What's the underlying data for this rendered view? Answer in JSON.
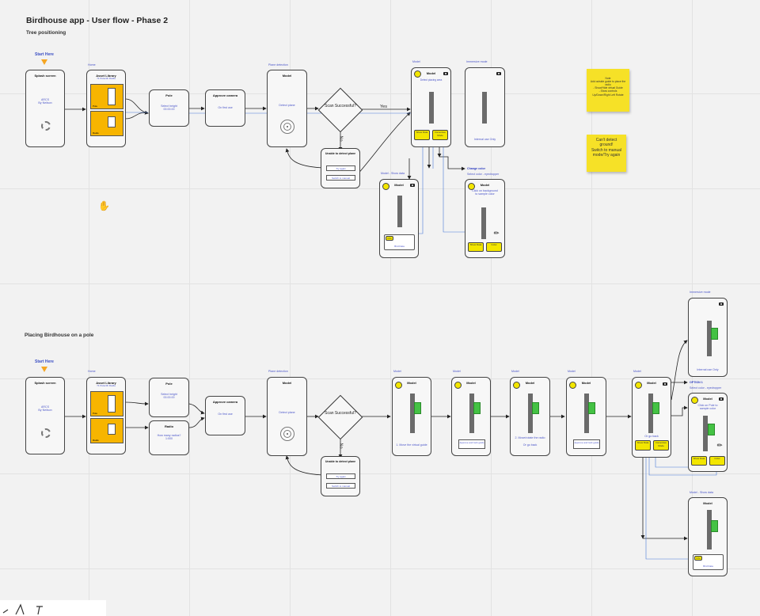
{
  "title": "Birdhouse app - User flow - Phase 2",
  "sections": {
    "tree": "Tree positioning",
    "pole": "Placing Birdhouse on a pole"
  },
  "start": "Start Here",
  "labels": {
    "home": "Home",
    "plane_detection": "Plane detection",
    "model": "Model",
    "immersive": "Immersive mode",
    "model_show_data": "Model - Show data",
    "select_color": "Select color - eyedropper",
    "change_color": "Change color",
    "option1": "OPTION 1"
  },
  "screens": {
    "splash": {
      "title": "Splash screen",
      "text": "ARCS\nBy Neilson"
    },
    "library": {
      "title": "Asset Library",
      "sub": "(Bird Name Here)",
      "text1": "Pole",
      "text2": "Radio",
      "subtitle": "71 Pelecith Radia",
      "subtitle2": "Bird name here"
    },
    "pole": {
      "title": "Pole",
      "text": "Select height\n00.00.00"
    },
    "radio": {
      "title": "Radio",
      "text": "How many radius?\n1:000"
    },
    "camera": {
      "title": "Approve camera",
      "text": "On first use"
    },
    "model_plane": {
      "title": "Model",
      "text": "Detect plane"
    },
    "unable": {
      "title": "Unable to detect plane",
      "try": "Try again",
      "manual": "Switch to manual"
    },
    "model1": {
      "title": "Model",
      "text": "Detect placing area",
      "btn1": "Show Data",
      "btn2": "Immersive Mode"
    },
    "immersive1": {
      "title": "",
      "text": "Internal use Only"
    },
    "model_data": {
      "title": "Model",
      "text": "Bird Data",
      "tag": "Info"
    },
    "model_color": {
      "title": "Model",
      "text": "Click on background to sample color",
      "btn1": "Show Data",
      "btn2": "Color"
    },
    "model_b1": {
      "title": "Model",
      "text": "1. Move the virtual guide"
    },
    "model_b2": {
      "title": "Model",
      "text": "Approve and lock guide"
    },
    "model_b3": {
      "title": "Model",
      "text": "2. Move/rotate the radio\n\nOr go back"
    },
    "model_b4": {
      "title": "Model",
      "text": "Approve and lock guide"
    },
    "model_b5": {
      "title": "Model",
      "text": "Or go back",
      "btn1": "Show Data",
      "btn2": "Immersive Mode"
    },
    "immersive2": {
      "title": "",
      "text": "Internal use Only"
    },
    "model_color2": {
      "title": "Model",
      "text": "Click on Pole to sample color",
      "btn1": "Show Data",
      "btn2": "Color"
    },
    "model_data2": {
      "title": "Model",
      "text": "Bird Data",
      "tag": "Info"
    }
  },
  "diamond": {
    "text": "Scan Successful?",
    "yes": "Yes",
    "no": "No"
  },
  "stickies": {
    "s1": "Note\nAdd outside guide to place the radio\n- Show/Hide virtual Guide\n- Show controls\nUp/Down/Right Left Rotate",
    "s2": "Can't detect ground!\nSwitch to manual mode/Try again"
  }
}
